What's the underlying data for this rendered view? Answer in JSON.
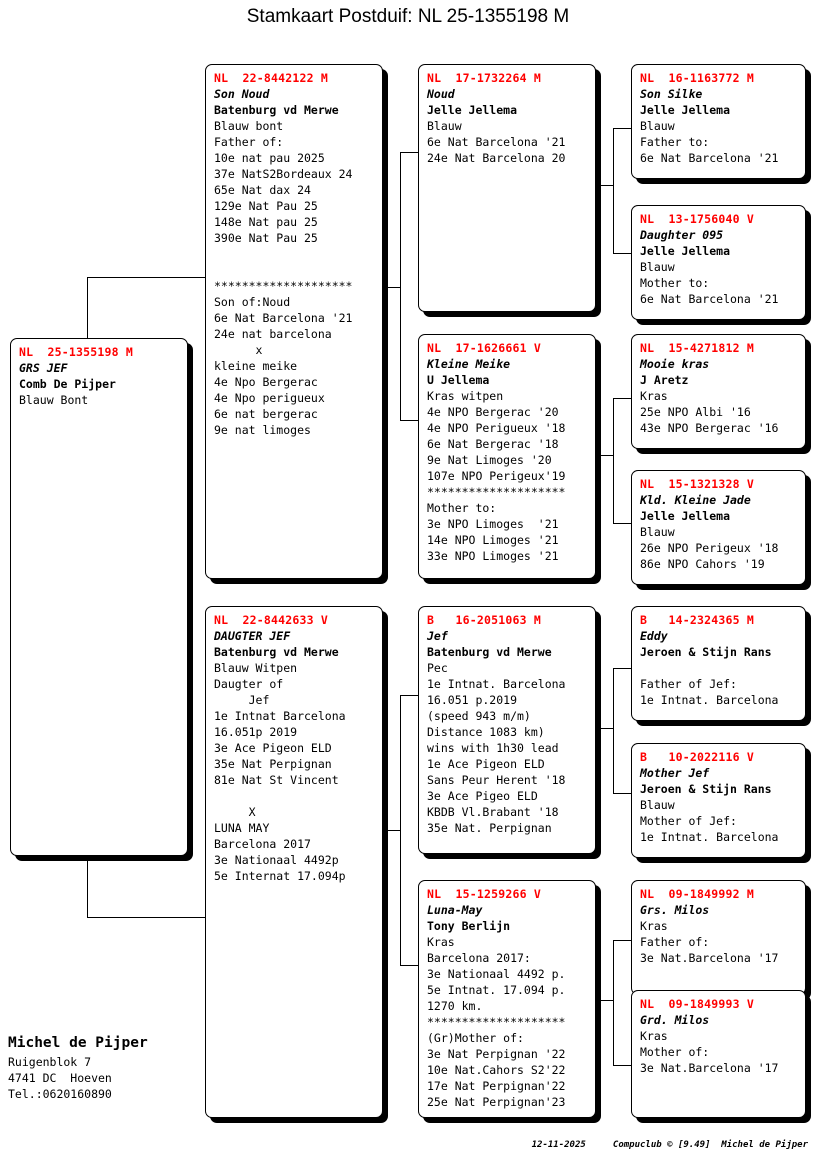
{
  "title": "Stamkaart Postduif: NL  25-1355198 M",
  "subject": {
    "ring": "NL  25-1355198 M",
    "nickname": "GRS JEF",
    "owner": "Comb De Pijper",
    "lines": [
      "Blauw Bont"
    ]
  },
  "generation2": {
    "sire": {
      "ring": "NL  22-8442122 M",
      "nickname": "Son Noud",
      "owner": "Batenburg vd Merwe",
      "lines": [
        "Blauw bont",
        "Father of:",
        "10e nat pau 2025",
        "37e NatS2Bordeaux 24",
        "65e Nat dax 24",
        "129e Nat Pau 25",
        "148e Nat pau 25",
        "390e Nat Pau 25",
        "",
        "",
        "********************",
        "Son of:Noud",
        "6e Nat Barcelona '21",
        "24e nat barcelona",
        "      x",
        "kleine meike",
        "4e Npo Bergerac",
        "4e Npo perigueux",
        "6e nat bergerac",
        "9e nat limoges"
      ]
    },
    "dam": {
      "ring": "NL  22-8442633 V",
      "nickname": "DAUGTER JEF",
      "owner": "Batenburg vd Merwe",
      "lines": [
        "Blauw Witpen",
        "Daugter of",
        "     Jef",
        "1e Intnat Barcelona",
        "16.051p 2019",
        "3e Ace Pigeon ELD",
        "35e Nat Perpignan",
        "81e Nat St Vincent",
        "",
        "     X",
        "LUNA MAY",
        "Barcelona 2017",
        "3e Nationaal 4492p",
        "5e Internat 17.094p"
      ]
    }
  },
  "generation3": {
    "sire_sire": {
      "ring": "NL  17-1732264 M",
      "nickname": "Noud",
      "owner": "Jelle Jellema",
      "lines": [
        "Blauw",
        "6e Nat Barcelona '21",
        "24e Nat Barcelona 20"
      ]
    },
    "sire_dam": {
      "ring": "NL  17-1626661 V",
      "nickname": "Kleine Meike",
      "owner": "U Jellema",
      "lines": [
        "Kras witpen",
        "4e NPO Bergerac '20",
        "4e NPO Perigueux '18",
        "6e Nat Bergerac '18",
        "9e Nat Limoges '20",
        "107e NPO Perigeux'19",
        "********************",
        "Mother to:",
        "3e NPO Limoges  '21",
        "14e NPO Limoges '21",
        "33e NPO Limoges '21"
      ]
    },
    "dam_sire": {
      "ring": "B   16-2051063 M",
      "nickname": "Jef",
      "owner": "Batenburg vd Merwe",
      "lines": [
        "Pec",
        "1e Intnat. Barcelona",
        "16.051 p.2019",
        "(speed 943 m/m)",
        "Distance 1083 km)",
        "wins with 1h30 lead",
        "1e Ace Pigeon ELD",
        "Sans Peur Herent '18",
        "3e Ace Pigeo ELD",
        "KBDB Vl.Brabant '18",
        "35e Nat. Perpignan"
      ]
    },
    "dam_dam": {
      "ring": "NL  15-1259266 V",
      "nickname": "Luna-May",
      "owner": "Tony Berlijn",
      "lines": [
        "Kras",
        "Barcelona 2017:",
        "3e Nationaal 4492 p.",
        "5e Intnat. 17.094 p.",
        "1270 km.",
        "********************",
        "(Gr)Mother of:",
        "3e Nat Perpignan '22",
        "10e Nat.Cahors S2'22",
        "17e Nat Perpignan'22",
        "25e Nat Perpignan'23"
      ]
    }
  },
  "generation4": {
    "g1": {
      "ring": "NL  16-1163772 M",
      "nickname": "Son Silke",
      "owner": "Jelle Jellema",
      "lines": [
        "Blauw",
        "Father to:",
        "6e Nat Barcelona '21"
      ]
    },
    "g2": {
      "ring": "NL  13-1756040 V",
      "nickname": "Daughter 095",
      "owner": "Jelle Jellema",
      "lines": [
        "Blauw",
        "Mother to:",
        "6e Nat Barcelona '21"
      ]
    },
    "g3": {
      "ring": "NL  15-4271812 M",
      "nickname": "Mooie kras",
      "owner": "J Aretz",
      "lines": [
        "Kras",
        "25e NPO Albi '16",
        "43e NPO Bergerac '16"
      ]
    },
    "g4": {
      "ring": "NL  15-1321328 V",
      "nickname": "Kld. Kleine Jade",
      "owner": "Jelle Jellema",
      "lines": [
        "Blauw",
        "26e NPO Perigeux '18",
        "86e NPO Cahors '19"
      ]
    },
    "g5": {
      "ring": "B   14-2324365 M",
      "nickname": "Eddy",
      "owner": "Jeroen & Stijn Rans",
      "lines": [
        "",
        "Father of Jef:",
        "1e Intnat. Barcelona"
      ]
    },
    "g6": {
      "ring": "B   10-2022116 V",
      "nickname": "Mother Jef",
      "owner": "Jeroen & Stijn Rans",
      "lines": [
        "Blauw",
        "Mother of Jef:",
        "1e Intnat. Barcelona"
      ]
    },
    "g7": {
      "ring": "NL  09-1849992 M",
      "nickname": "Grs. Milos",
      "owner": "",
      "lines": [
        "Kras",
        "Father of:",
        "3e Nat.Barcelona '17"
      ]
    },
    "g8": {
      "ring": "NL  09-1849993 V",
      "nickname": "Grd. Milos",
      "owner": "",
      "lines": [
        "Kras",
        "Mother of:",
        "3e Nat.Barcelona '17"
      ]
    }
  },
  "owner_block": {
    "name": "Michel de Pijper",
    "address1": "Ruigenblok 7",
    "address2": "4741 DC  Hoeven",
    "phone": "Tel.:0620160890"
  },
  "footer": {
    "date": "12-11-2025",
    "credit": "Compuclub © [9.49]  Michel de Pijper"
  }
}
